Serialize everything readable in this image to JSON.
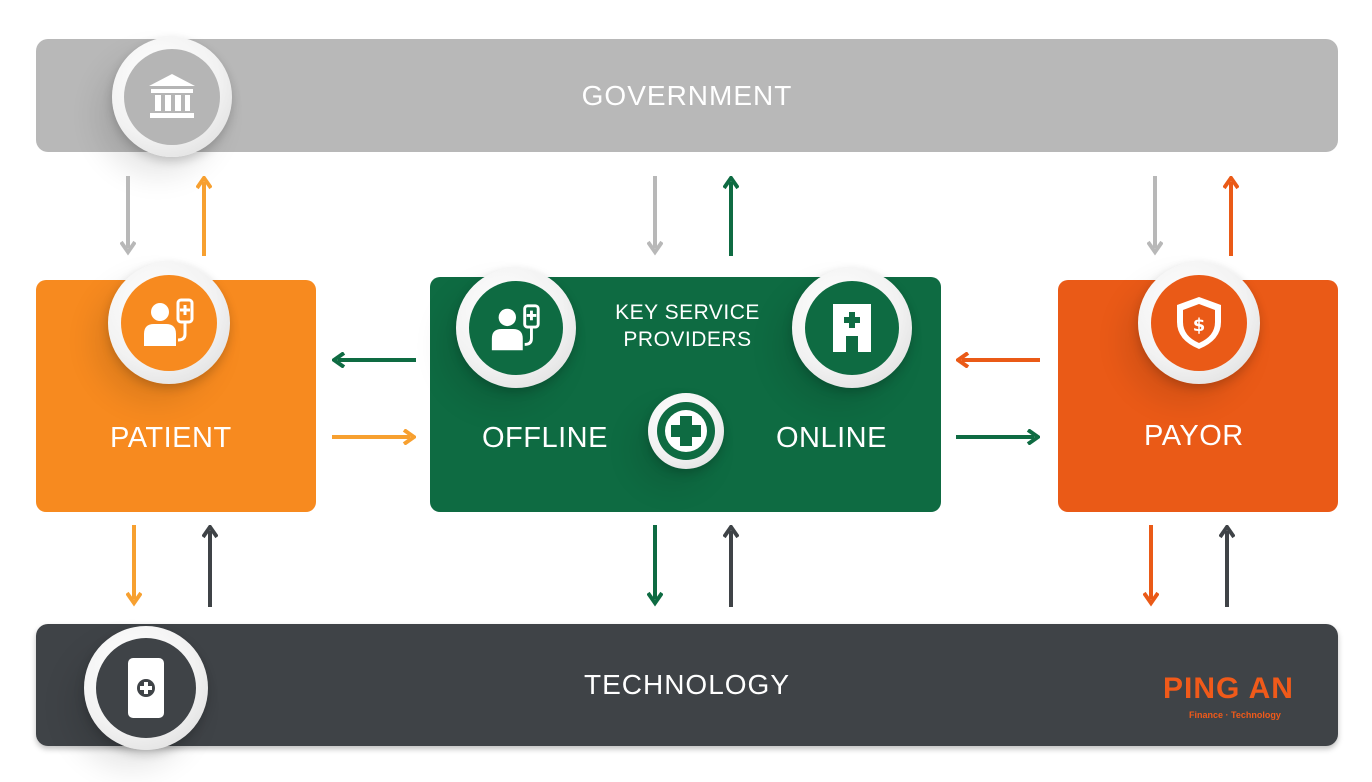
{
  "nodes": {
    "government": {
      "label": "GOVERNMENT"
    },
    "technology": {
      "label": "TECHNOLOGY"
    },
    "patient": {
      "label": "PATIENT"
    },
    "key_service_providers": {
      "title_line1": "KEY SERVICE",
      "title_line2": "PROVIDERS",
      "offline_label": "OFFLINE",
      "online_label": "ONLINE"
    },
    "payor": {
      "label": "PAYOR"
    }
  },
  "logo": {
    "brand": "PING AN",
    "tagline": "Finance · Technology"
  },
  "icons": {
    "government": "bank-building-icon",
    "patient": "patient-iv-icon",
    "offline": "patient-iv-icon",
    "online": "hospital-building-icon",
    "center": "medical-cross-icon",
    "payor": "shield-dollar-icon",
    "technology": "mobile-phone-medical-icon"
  },
  "colors": {
    "government": "#b8b8b8",
    "technology": "#3f4347",
    "patient": "#f78a1f",
    "key_service_providers": "#0e6b42",
    "payor": "#ea5a17",
    "brand": "#f05a1a"
  },
  "edges": [
    {
      "from": "government",
      "to": "patient",
      "color": "#b8b8b8"
    },
    {
      "from": "patient",
      "to": "government",
      "color": "#f7a030"
    },
    {
      "from": "government",
      "to": "key_service_providers",
      "color": "#b8b8b8"
    },
    {
      "from": "key_service_providers",
      "to": "government",
      "color": "#0e6b42"
    },
    {
      "from": "government",
      "to": "payor",
      "color": "#b8b8b8"
    },
    {
      "from": "payor",
      "to": "government",
      "color": "#ea5a17"
    },
    {
      "from": "key_service_providers",
      "to": "patient",
      "color": "#0e6b42"
    },
    {
      "from": "patient",
      "to": "key_service_providers",
      "color": "#f7a030"
    },
    {
      "from": "payor",
      "to": "key_service_providers",
      "color": "#ea5a17"
    },
    {
      "from": "key_service_providers",
      "to": "payor",
      "color": "#0e6b42"
    },
    {
      "from": "patient",
      "to": "technology",
      "color": "#f7a030"
    },
    {
      "from": "technology",
      "to": "patient",
      "color": "#3f4347"
    },
    {
      "from": "key_service_providers",
      "to": "technology",
      "color": "#0e6b42"
    },
    {
      "from": "technology",
      "to": "key_service_providers",
      "color": "#3f4347"
    },
    {
      "from": "payor",
      "to": "technology",
      "color": "#ea5a17"
    },
    {
      "from": "technology",
      "to": "payor",
      "color": "#3f4347"
    }
  ]
}
